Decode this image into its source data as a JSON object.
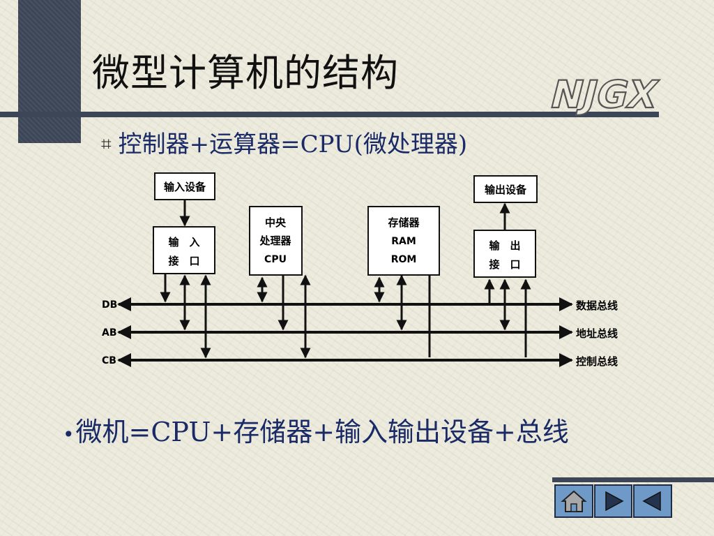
{
  "slide": {
    "title": "微型计算机的结构",
    "logo_text": "NJGX",
    "bullet1_marker": "⌗",
    "bullet1": "控制器+运算器=CPU(微处理器)",
    "bullet2_marker": "•",
    "bullet2": "微机=CPU+存储器+输入输出设备+总线"
  },
  "diagram": {
    "input_device": "输入设备",
    "output_device": "输出设备",
    "input_port": [
      "输　入",
      "接　口"
    ],
    "cpu": [
      "中央",
      "处理器",
      "CPU"
    ],
    "memory": [
      "存储器",
      "RAM",
      "ROM"
    ],
    "output_port": [
      "输　出",
      "接　口"
    ],
    "buses": [
      {
        "abbr": "DB",
        "name": "数据总线"
      },
      {
        "abbr": "AB",
        "name": "地址总线"
      },
      {
        "abbr": "CB",
        "name": "控制总线"
      }
    ]
  },
  "nav": {
    "home": "home-icon",
    "next": "next-icon",
    "prev": "previous-icon"
  },
  "colors": {
    "dark": "#3d4657",
    "text_blue": "#1a2a66",
    "nav_fill": "#6f9ac8"
  }
}
